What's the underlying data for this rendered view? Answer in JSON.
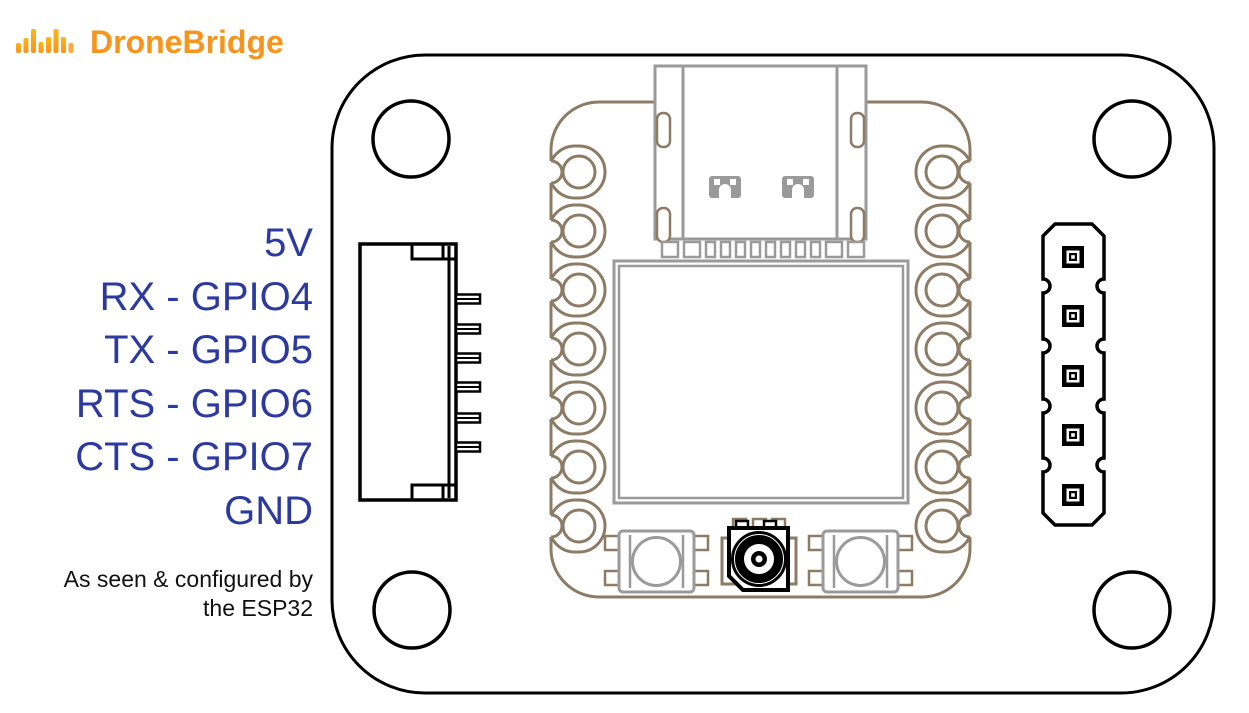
{
  "logo": {
    "text": "DroneBridge",
    "icon": "signal-bars-icon",
    "bar_heights": [
      10,
      15,
      24,
      11,
      16,
      24,
      16,
      10
    ]
  },
  "pin_labels": [
    "5V",
    "RX - GPIO4",
    "TX - GPIO5",
    "RTS - GPIO6",
    "CTS - GPIO7",
    "GND"
  ],
  "caption": [
    "As seen & configured by",
    "the ESP32"
  ],
  "colors": {
    "brand_orange": "#F7941D",
    "brand_orange_light": "#FDB515",
    "label_blue": "#2C3AA0",
    "caption_black": "#111111",
    "board_outline_black": "#000000",
    "module_tan": "#8C7C66",
    "component_grey": "#9A9A9A"
  },
  "diagram": {
    "components": [
      "carrier-board-outline",
      "mounting-hole-top-left",
      "mounting-hole-top-right",
      "mounting-hole-bottom-left",
      "mounting-hole-bottom-right",
      "uart-side-connector",
      "esp32-castellated-module",
      "usb-c-connector",
      "esp32-rf-shield",
      "boot-button",
      "reset-button",
      "ufl-antenna-connector",
      "five-pin-header"
    ]
  }
}
